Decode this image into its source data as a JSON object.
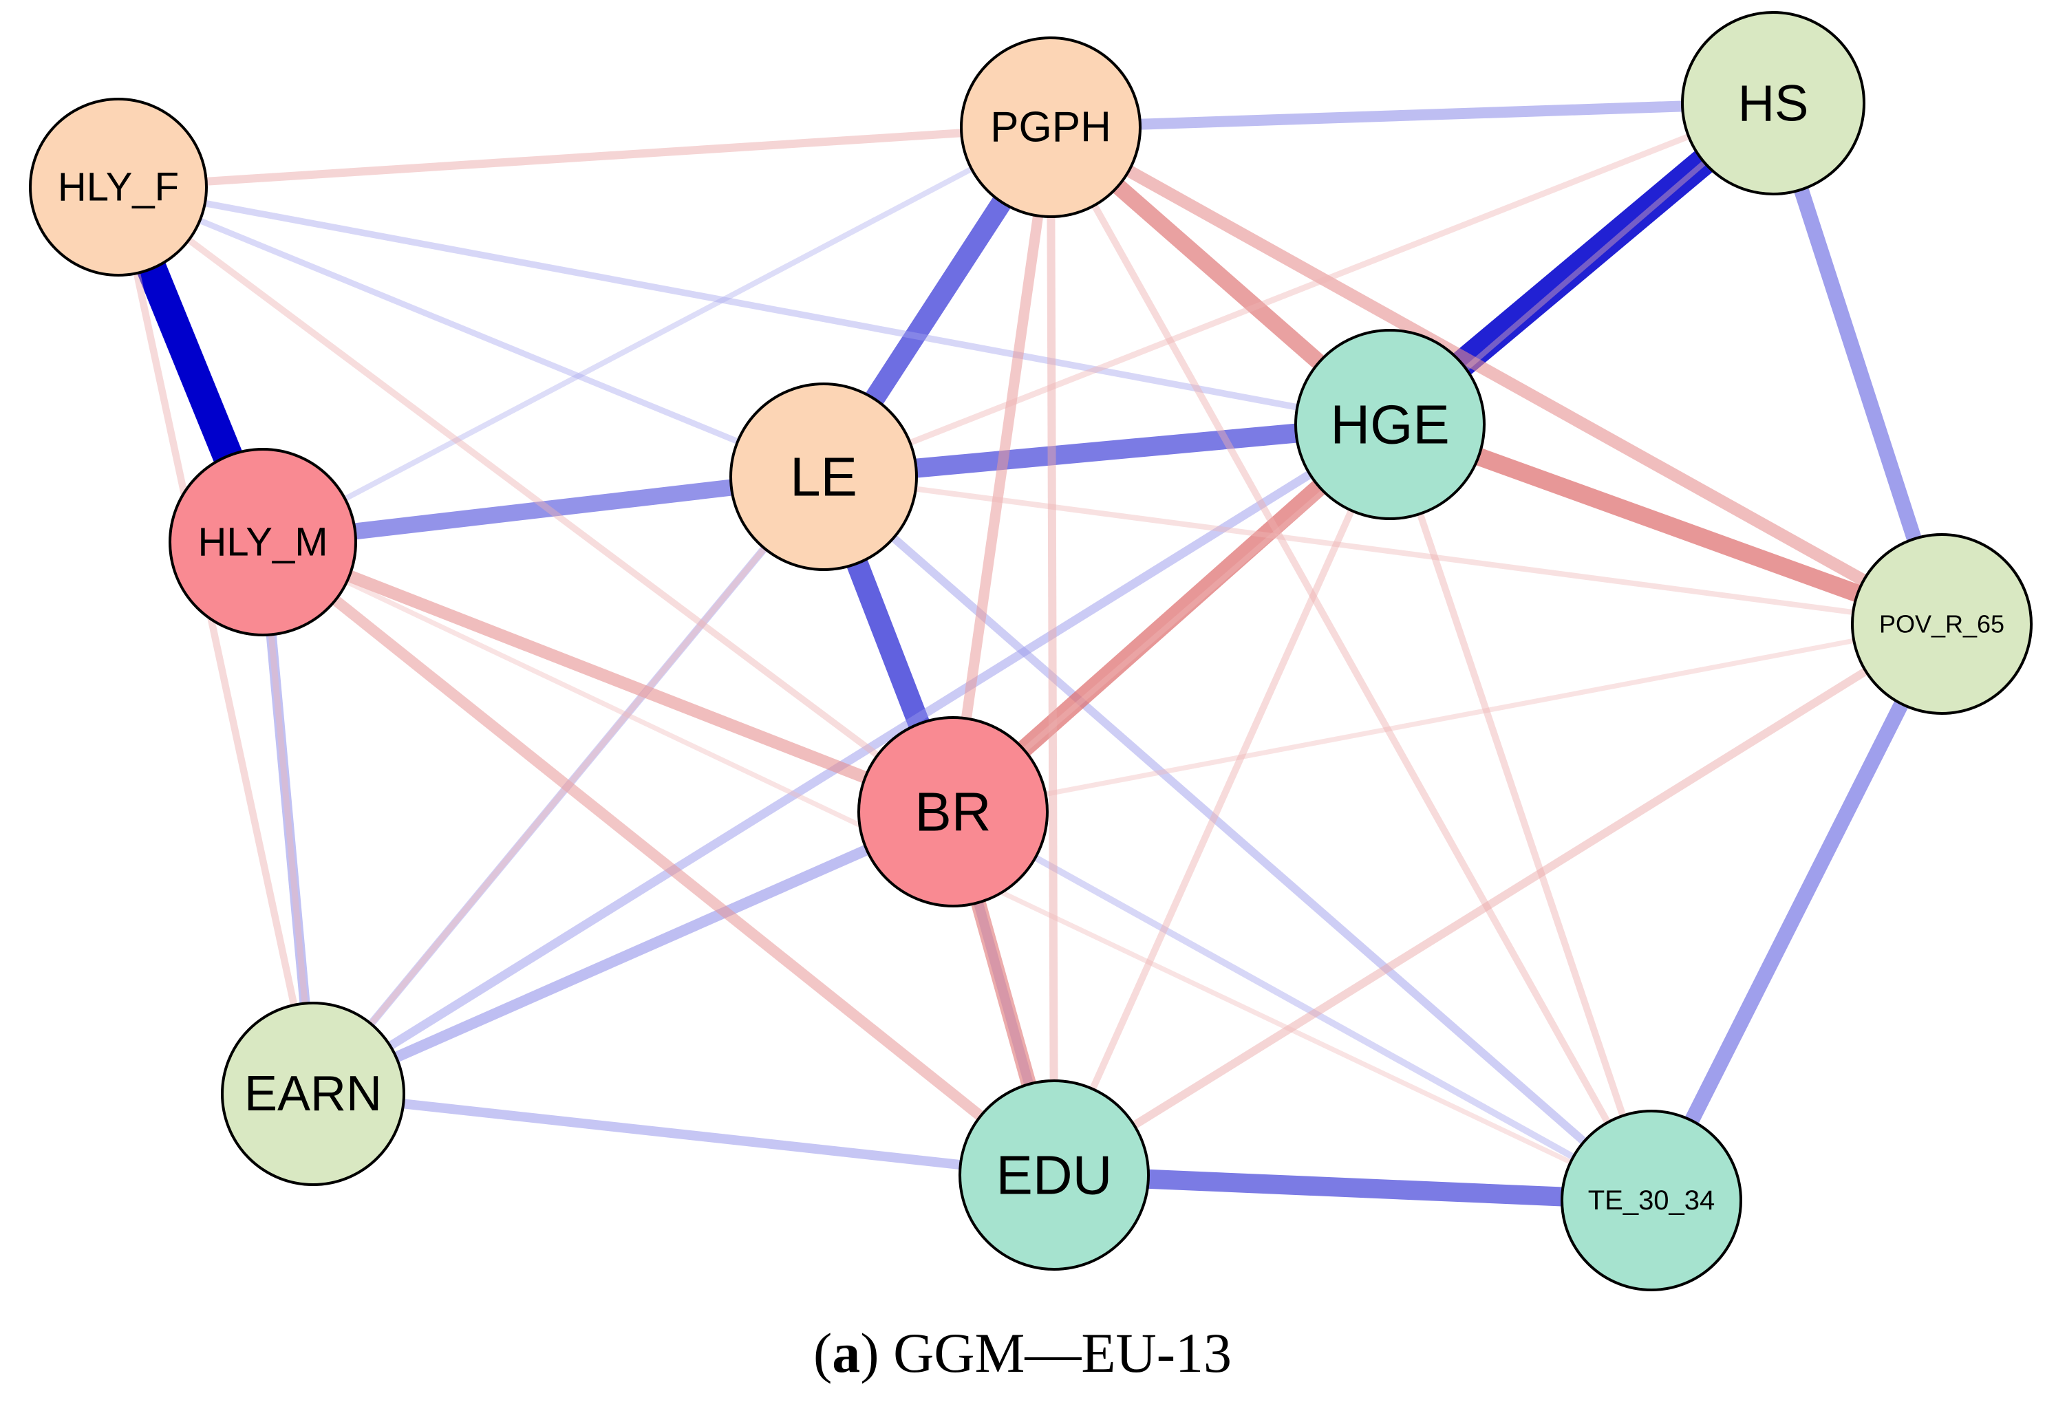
{
  "diagram": {
    "type": "network",
    "nodes": [
      {
        "id": "HLY_F",
        "label": "HLY_F",
        "color": "#fcd5b5"
      },
      {
        "id": "PGPH",
        "label": "PGPH",
        "color": "#fcd5b5"
      },
      {
        "id": "HS",
        "label": "HS",
        "color": "#d9e8c2"
      },
      {
        "id": "LE",
        "label": "LE",
        "color": "#fcd5b5"
      },
      {
        "id": "HGE",
        "label": "HGE",
        "color": "#a6e3cf"
      },
      {
        "id": "HLY_M",
        "label": "HLY_M",
        "color": "#f98a92"
      },
      {
        "id": "POV_R_65",
        "label": "POV_R_65",
        "color": "#d9e8c2"
      },
      {
        "id": "BR",
        "label": "BR",
        "color": "#f98a92"
      },
      {
        "id": "EARN",
        "label": "EARN",
        "color": "#d9e8c2"
      },
      {
        "id": "EDU",
        "label": "EDU",
        "color": "#a6e3cf"
      },
      {
        "id": "TE_30_34",
        "label": "TE_30_34",
        "color": "#a6e3cf"
      }
    ],
    "edges": [
      {
        "source": "HLY_F",
        "target": "HLY_M",
        "sign": "positive",
        "strength": 1.0
      },
      {
        "source": "HS",
        "target": "HGE",
        "sign": "positive",
        "strength": 0.9
      },
      {
        "source": "PGPH",
        "target": "LE",
        "sign": "positive",
        "strength": 0.65
      },
      {
        "source": "LE",
        "target": "BR",
        "sign": "positive",
        "strength": 0.7
      },
      {
        "source": "LE",
        "target": "HGE",
        "sign": "positive",
        "strength": 0.6
      },
      {
        "source": "HLY_M",
        "target": "LE",
        "sign": "positive",
        "strength": 0.5
      },
      {
        "source": "EDU",
        "target": "TE_30_34",
        "sign": "positive",
        "strength": 0.6
      },
      {
        "source": "HS",
        "target": "POV_R_65",
        "sign": "positive",
        "strength": 0.45
      },
      {
        "source": "POV_R_65",
        "target": "TE_30_34",
        "sign": "positive",
        "strength": 0.45
      },
      {
        "source": "PGPH",
        "target": "HS",
        "sign": "positive",
        "strength": 0.3
      },
      {
        "source": "HLY_M",
        "target": "EARN",
        "sign": "positive",
        "strength": 0.28
      },
      {
        "source": "EARN",
        "target": "BR",
        "sign": "positive",
        "strength": 0.3
      },
      {
        "source": "EARN",
        "target": "EDU",
        "sign": "positive",
        "strength": 0.25
      },
      {
        "source": "BR",
        "target": "EDU",
        "sign": "positive",
        "strength": 0.25
      },
      {
        "source": "EARN",
        "target": "HGE",
        "sign": "positive",
        "strength": 0.22
      },
      {
        "source": "EARN",
        "target": "LE",
        "sign": "positive",
        "strength": 0.18
      },
      {
        "source": "LE",
        "target": "TE_30_34",
        "sign": "positive",
        "strength": 0.2
      },
      {
        "source": "HLY_F",
        "target": "HGE",
        "sign": "positive",
        "strength": 0.14
      },
      {
        "source": "HLY_F",
        "target": "LE",
        "sign": "positive",
        "strength": 0.12
      },
      {
        "source": "HLY_M",
        "target": "PGPH",
        "sign": "positive",
        "strength": 0.1
      },
      {
        "source": "BR",
        "target": "TE_30_34",
        "sign": "positive",
        "strength": 0.14
      },
      {
        "source": "HGE",
        "target": "BR",
        "sign": "negative",
        "strength": 0.55
      },
      {
        "source": "HGE",
        "target": "POV_R_65",
        "sign": "negative",
        "strength": 0.55
      },
      {
        "source": "PGPH",
        "target": "HGE",
        "sign": "negative",
        "strength": 0.5
      },
      {
        "source": "BR",
        "target": "EDU",
        "sign": "negative",
        "strength": 0.45
      },
      {
        "source": "PGPH",
        "target": "POV_R_65",
        "sign": "negative",
        "strength": 0.35
      },
      {
        "source": "HLY_M",
        "target": "BR",
        "sign": "negative",
        "strength": 0.35
      },
      {
        "source": "HLY_M",
        "target": "EDU",
        "sign": "negative",
        "strength": 0.3
      },
      {
        "source": "PGPH",
        "target": "BR",
        "sign": "negative",
        "strength": 0.28
      },
      {
        "source": "HLY_F",
        "target": "PGPH",
        "sign": "negative",
        "strength": 0.2
      },
      {
        "source": "PGPH",
        "target": "EDU",
        "sign": "negative",
        "strength": 0.2
      },
      {
        "source": "HLY_F",
        "target": "BR",
        "sign": "negative",
        "strength": 0.14
      },
      {
        "source": "HLY_F",
        "target": "EARN",
        "sign": "negative",
        "strength": 0.16
      },
      {
        "source": "HLY_M",
        "target": "EARN",
        "sign": "negative",
        "strength": 0.12
      },
      {
        "source": "LE",
        "target": "EARN",
        "sign": "negative",
        "strength": 0.12
      },
      {
        "source": "PGPH",
        "target": "TE_30_34",
        "sign": "negative",
        "strength": 0.15
      },
      {
        "source": "LE",
        "target": "POV_R_65",
        "sign": "negative",
        "strength": 0.1
      },
      {
        "source": "HGE",
        "target": "TE_30_34",
        "sign": "negative",
        "strength": 0.15
      },
      {
        "source": "HGE",
        "target": "EDU",
        "sign": "negative",
        "strength": 0.15
      },
      {
        "source": "POV_R_65",
        "target": "EDU",
        "sign": "negative",
        "strength": 0.2
      },
      {
        "source": "POV_R_65",
        "target": "BR",
        "sign": "negative",
        "strength": 0.08
      },
      {
        "source": "HS",
        "target": "LE",
        "sign": "negative",
        "strength": 0.12
      },
      {
        "source": "HS",
        "target": "BR",
        "sign": "negative",
        "strength": 0.1
      },
      {
        "source": "HLY_M",
        "target": "TE_30_34",
        "sign": "negative",
        "strength": 0.08
      }
    ],
    "colors": {
      "positive": "#0000cc",
      "negative": "#cc2222",
      "node_border": "#000000"
    }
  },
  "caption": {
    "label": "a",
    "text": "GGM—EU-13"
  }
}
